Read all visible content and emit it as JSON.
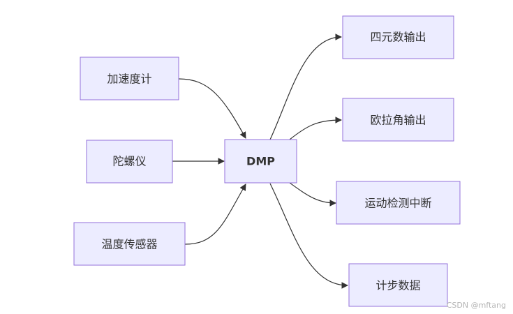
{
  "diagram": {
    "center": "DMP",
    "inputs": [
      "加速度计",
      "陀螺仪",
      "温度传感器"
    ],
    "outputs": [
      "四元数输出",
      "欧拉角输出",
      "运动检测中断",
      "计步数据"
    ]
  },
  "watermark": "CSDN @mftang",
  "colors": {
    "node_fill": "#ececff",
    "node_border": "#9370db",
    "edge": "#333333",
    "text": "#333333"
  }
}
